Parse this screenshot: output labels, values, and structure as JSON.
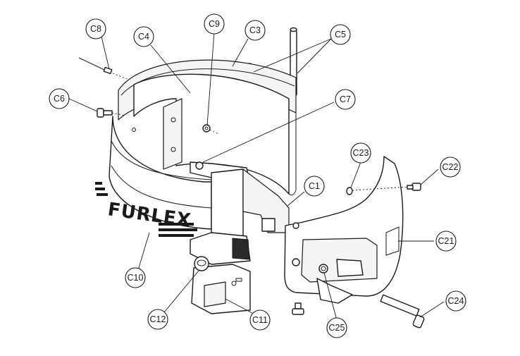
{
  "diagram": {
    "brand_text": "FURLEX",
    "callouts": {
      "c8": "C8",
      "c4": "C4",
      "c9": "C9",
      "c3": "C3",
      "c5": "C5",
      "c6": "C6",
      "c7": "C7",
      "c23": "C23",
      "c22": "C22",
      "c1": "C1",
      "c21": "C21",
      "c10": "C10",
      "c12": "C12",
      "c11": "C11",
      "c25": "C25",
      "c24": "C24"
    }
  }
}
